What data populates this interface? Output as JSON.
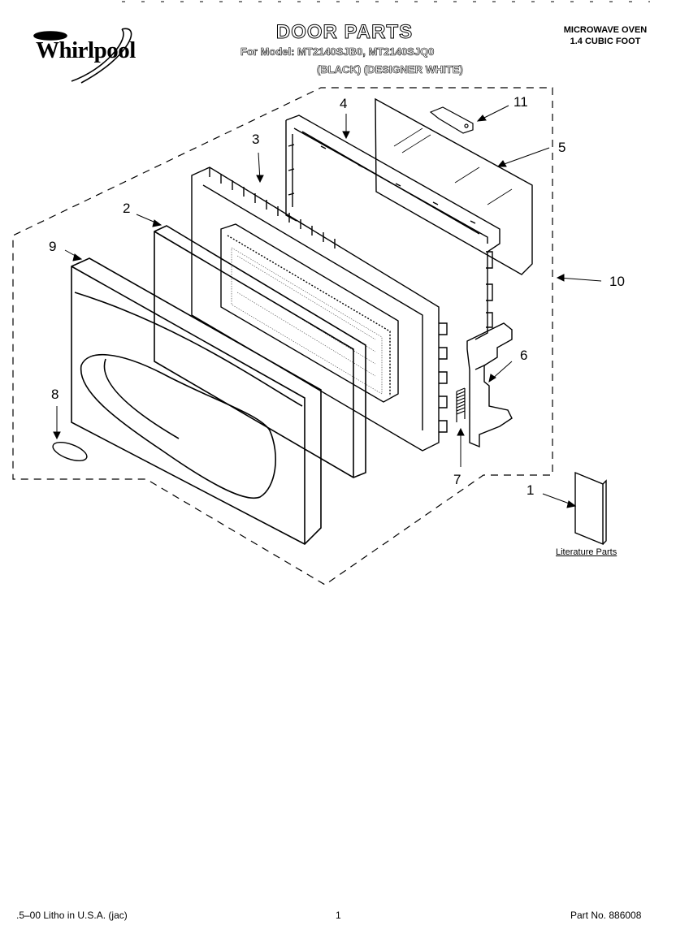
{
  "brand": {
    "name": "Whirlpool",
    "top_mark": "Whirlpool"
  },
  "header": {
    "title": "DOOR PARTS",
    "model_line": "For Model: MT2140SJB0, MT2140SJQ0",
    "color_line": "(BLACK)   (DESIGNER WHITE)",
    "product_line1": "MICROWAVE OVEN",
    "product_line2": "1.4 CUBIC FOOT"
  },
  "callouts": [
    "1",
    "2",
    "3",
    "4",
    "5",
    "6",
    "7",
    "8",
    "9",
    "10",
    "11"
  ],
  "literature_label": "Literature Parts",
  "footer": {
    "left": ".5–00 Litho in U.S.A. (jac)",
    "center": "1",
    "right": "Part No. 886008"
  },
  "colors": {
    "ink": "#000000",
    "paper": "#ffffff"
  }
}
